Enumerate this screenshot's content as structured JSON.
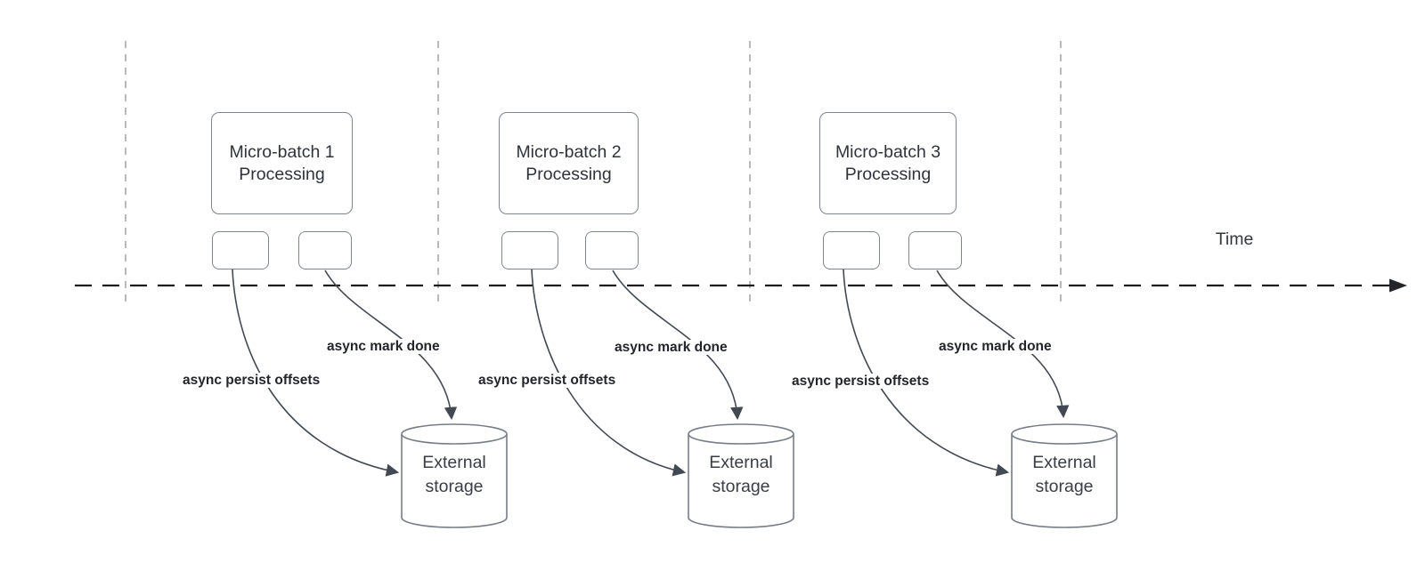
{
  "diagram": {
    "time_label": "Time",
    "batches": [
      {
        "title": "Micro-batch 1",
        "subtitle": "Processing",
        "persist_label": "async persist offsets",
        "done_label": "async mark done",
        "storage_title": "External",
        "storage_subtitle": "storage"
      },
      {
        "title": "Micro-batch 2",
        "subtitle": "Processing",
        "persist_label": "async persist offsets",
        "done_label": "async mark done",
        "storage_title": "External",
        "storage_subtitle": "storage"
      },
      {
        "title": "Micro-batch 3",
        "subtitle": "Processing",
        "persist_label": "async persist offsets",
        "done_label": "async mark done",
        "storage_title": "External",
        "storage_subtitle": "storage"
      }
    ],
    "colors": {
      "background": "#ffffff",
      "timeline": "#1c1c1c",
      "guide_line": "#a8a8a8",
      "connector": "#424953",
      "shape_border": "#7f848d",
      "shape_text": "#2e333c",
      "label_text": "#22252b"
    }
  }
}
